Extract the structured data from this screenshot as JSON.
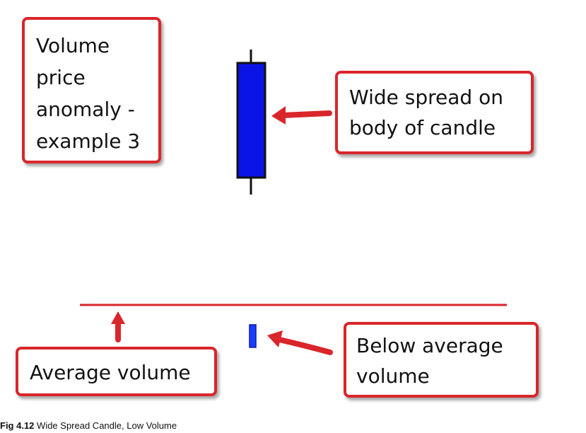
{
  "title_box": {
    "lines": "Volume\nprice\nanomaly -\nexample 3"
  },
  "wide_spread_label": {
    "lines": "Wide spread on\nbody of candle"
  },
  "average_volume_label": {
    "text": "Average volume"
  },
  "below_average_label": {
    "lines": "Below average\nvolume"
  },
  "caption": {
    "figure_number": "Fig 4.12",
    "text": "Wide Spread Candle, Low Volume"
  },
  "colors": {
    "candle_body": "#0a14e6",
    "candle_outline": "#111111",
    "annotation_red": "#d9262b",
    "volume_bar": "#1a3cff"
  }
}
